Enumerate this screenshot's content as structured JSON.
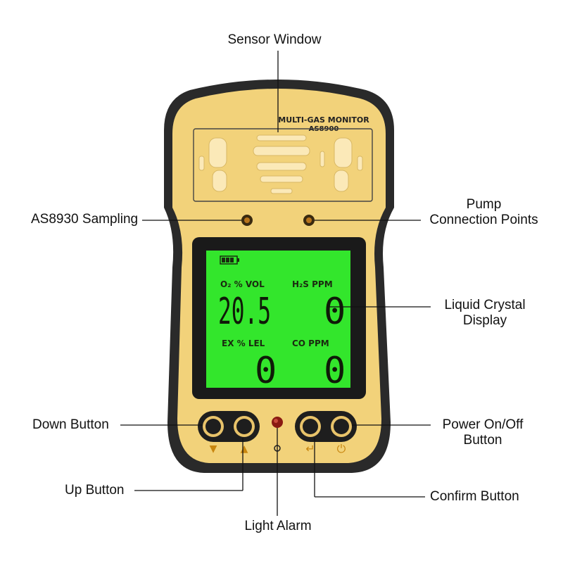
{
  "device": {
    "model_title": "MULTI-GAS MONITOR",
    "model_number": "AS8900",
    "colors": {
      "body": "#f2d27a",
      "frame": "#2a2a2a",
      "lcd": "#33e62c",
      "buttons": "#1e1e1e"
    }
  },
  "lcd": {
    "o2_label": "O₂ % VOL",
    "o2_value": "20.5",
    "h2s_label": "H₂S  PPM",
    "h2s_value": "0",
    "ex_label": "EX  % LEL",
    "ex_value": "0",
    "co_label": "CO  PPM",
    "co_value": "0"
  },
  "button_icons": {
    "down": "▼",
    "up": "▲",
    "confirm": "↵",
    "power": "⏻"
  },
  "callouts": {
    "sensor_window": "Sensor Window",
    "sampling": "AS8930 Sampling",
    "pump_line1": "Pump",
    "pump_line2": "Connection Points",
    "lcd_line1": "Liquid Crystal",
    "lcd_line2": "Display",
    "down_button": "Down Button",
    "power_line1": "Power On/Off",
    "power_line2": "Button",
    "up_button": "Up Button",
    "confirm_button": "Confirm Button",
    "light_alarm": "Light Alarm"
  }
}
